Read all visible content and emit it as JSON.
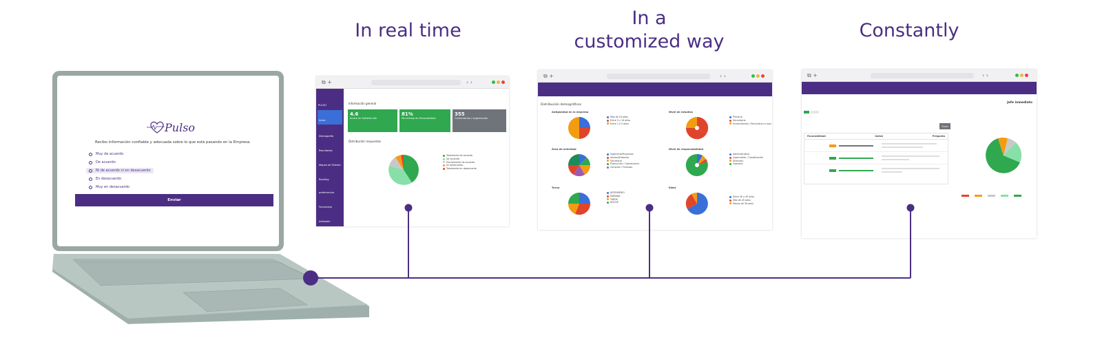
{
  "headings": {
    "realtime": "In real time",
    "customized_line1": "In a",
    "customized_line2": "customized way",
    "constantly": "Constantly"
  },
  "colors": {
    "brand_purple": "#4b2e83",
    "green": "#2fa84f",
    "blue": "#3a6fd8",
    "orange": "#f39c12",
    "red": "#e0452b",
    "light_green": "#86e0a7",
    "gray": "#c8c8c8"
  },
  "survey": {
    "logo_text": "Pulso",
    "question": "Recibo información confiable y adecuada sobre lo que está pasando en la Empresa.",
    "options": [
      "Muy de acuerdo",
      "De acuerdo",
      "Ni de acuerdo ni en desacuerdo",
      "En desacuerdo",
      "Muy en desacuerdo"
    ],
    "selected_index": 2,
    "submit_label": "Enviar"
  },
  "realtime_window": {
    "sidebar_label": "PULSO",
    "sidebar_items": [
      "Inicio",
      "Demografía",
      "Resultados",
      "Mapeo de Talento",
      "Ranking preferencias",
      "Formulario",
      "Adhesión"
    ],
    "section_title": "Información general",
    "cards": [
      {
        "value": "4.6",
        "label": "Índice de Satisfacción",
        "color": "#2fa84f"
      },
      {
        "value": "81%",
        "label": "Porcentaje de Favorabilidad",
        "color": "#2fa84f"
      },
      {
        "value": "355",
        "label": "Comentarios / sugerencias",
        "color": "#6f737a"
      }
    ],
    "distribution_title": "Distribución respuestas",
    "legend": [
      "Totalmente de acuerdo",
      "De acuerdo",
      "Parcialmente de acuerdo",
      "En desacuerdo",
      "Totalmente en desacuerdo"
    ]
  },
  "customized_window": {
    "title": "Distribución demográficos",
    "charts": [
      {
        "title": "Antigüedad en la empresa",
        "legend": [
          "Más de 10 años",
          "Entre 5 y 10 años",
          "Entre 1 y 5 años"
        ]
      },
      {
        "title": "Nivel de estudios",
        "legend": [
          "Primaria",
          "Secundaria",
          "Universitarios / Tecnicatura o más"
        ]
      },
      {
        "title": "Área de actividad",
        "legend": [
          "Ingeniería/Proyectos",
          "Ventas/Sistemas",
          "Secretaria",
          "Producción / Operaciones",
          "Compras / Finanzas"
        ]
      },
      {
        "title": "Nivel de responsabilidad",
        "legend": [
          "Administrativo",
          "Supervisión / Coordinación",
          "Dirección",
          "Operario"
        ]
      },
      {
        "title": "Turno",
        "legend": [
          "INTERMEDIO",
          "MAÑANA",
          "TARDE",
          "NOCHE"
        ]
      },
      {
        "title": "Edad",
        "legend": [
          "Entre 30 y 45 años",
          "Más de 45 años",
          "Menos de 30 años"
        ]
      }
    ]
  },
  "constantly_window": {
    "title": "Jefe inmediato",
    "button_label": "Excel",
    "table_headers": [
      "Pregunta",
      "Índice",
      "Favorabilidad"
    ]
  }
}
